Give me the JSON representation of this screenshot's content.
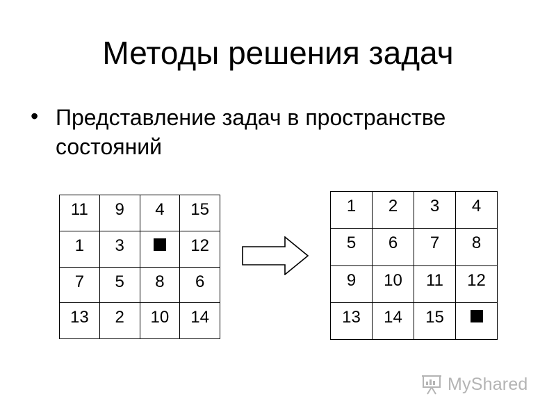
{
  "slide": {
    "title": "Методы решения задач",
    "bullet": "Представление задач в пространстве состояний"
  },
  "initial_state": {
    "rows": [
      [
        "11",
        "9",
        "4",
        "15"
      ],
      [
        "1",
        "3",
        "",
        "12"
      ],
      [
        "7",
        "5",
        "8",
        "6"
      ],
      [
        "13",
        "2",
        "10",
        "14"
      ]
    ],
    "blank": [
      1,
      2
    ]
  },
  "goal_state": {
    "rows": [
      [
        "1",
        "2",
        "3",
        "4"
      ],
      [
        "5",
        "6",
        "7",
        "8"
      ],
      [
        "9",
        "10",
        "11",
        "12"
      ],
      [
        "13",
        "14",
        "15",
        ""
      ]
    ],
    "blank": [
      3,
      3
    ]
  },
  "arrow": {
    "direction": "right",
    "icon": "right-arrow-icon"
  },
  "watermark": {
    "text": "MyShared",
    "icon": "myshared-logo-icon"
  }
}
